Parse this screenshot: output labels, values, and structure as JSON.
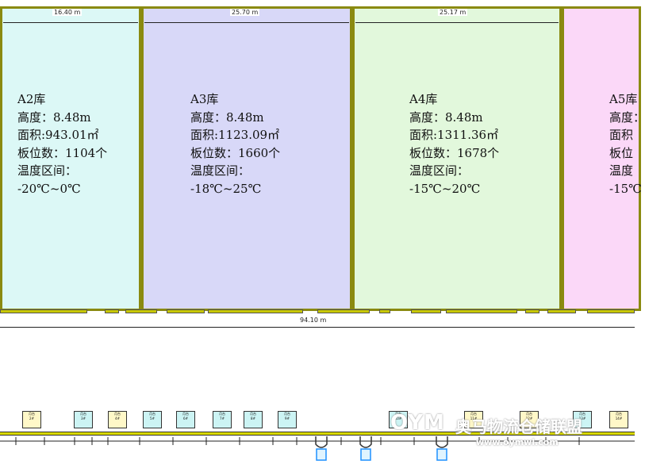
{
  "dimensions": {
    "a2_width": "16.40 m",
    "a3_width": "25.70 m",
    "a4_width": "25.17 m",
    "total_width": "94.10 m"
  },
  "rooms": [
    {
      "name": "A2库",
      "height": "高度：8.48m",
      "area": "面积:943.01㎡",
      "pallets": "板位数：1104个",
      "temp_label": "温度区间：",
      "temp": "-20℃~0℃",
      "color": "#dcf8f6"
    },
    {
      "name": "A3库",
      "height": "高度：8.48m",
      "area": "面积:1123.09㎡",
      "pallets": "板位数：1660个",
      "temp_label": "温度区间：",
      "temp": "-18℃~25℃",
      "color": "#d8d8f8"
    },
    {
      "name": "A4库",
      "height": "高度：8.48m",
      "area": "面积:1311.36㎡",
      "pallets": "板位数：1678个",
      "temp_label": "温度区间：",
      "temp": "-15℃~20℃",
      "color": "#e2f8dc"
    },
    {
      "name": "A5库",
      "height": "高度：",
      "area": "面积",
      "pallets": "板位",
      "temp_label": "温度",
      "temp": "-15℃",
      "color": "#fbd8f8"
    }
  ],
  "docks": [
    {
      "label1": "月台",
      "label2": "2#",
      "tone": "y"
    },
    {
      "label1": "月台",
      "label2": "3#",
      "tone": "c"
    },
    {
      "label1": "月台",
      "label2": "4#",
      "tone": "y"
    },
    {
      "label1": "月台",
      "label2": "5#",
      "tone": "c"
    },
    {
      "label1": "月台",
      "label2": "6#",
      "tone": "c"
    },
    {
      "label1": "月台",
      "label2": "7#",
      "tone": "c"
    },
    {
      "label1": "月台",
      "label2": "8#",
      "tone": "c"
    },
    {
      "label1": "月台",
      "label2": "9#",
      "tone": "c"
    },
    {
      "label1": "月台",
      "label2": "10#",
      "tone": "c"
    },
    {
      "label1": "月台",
      "label2": "11#",
      "tone": "y"
    },
    {
      "label1": "月台",
      "label2": "12#",
      "tone": "y"
    },
    {
      "label1": "月台",
      "label2": "13#",
      "tone": "c"
    },
    {
      "label1": "月台",
      "label2": "14#",
      "tone": "y"
    }
  ],
  "watermark": {
    "logo": "OYM",
    "text": "奥马物流仓储联盟",
    "url": "www.oymwl.com"
  },
  "colors": {
    "wall": "#8a8a10",
    "rail": "#d8d800",
    "leveler": "#1e90ff"
  }
}
